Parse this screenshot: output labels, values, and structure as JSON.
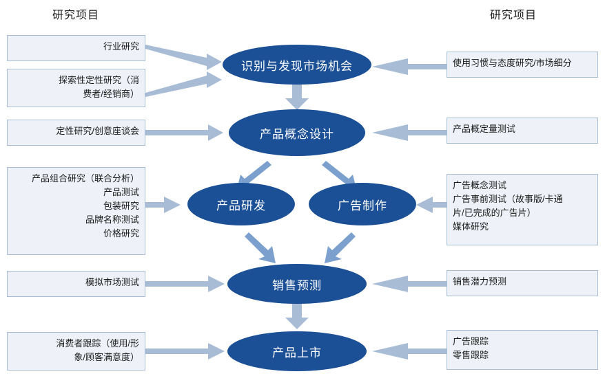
{
  "headers": {
    "left": "研究项目",
    "right": "研究项目"
  },
  "nodes": [
    {
      "id": "opportunity",
      "label": "识别与发现市场机会"
    },
    {
      "id": "concept",
      "label": "产品概念设计"
    },
    {
      "id": "rnd",
      "label": "产品研发"
    },
    {
      "id": "ad",
      "label": "广告制作"
    },
    {
      "id": "forecast",
      "label": "销售预测"
    },
    {
      "id": "launch",
      "label": "产品上市"
    }
  ],
  "left_boxes": [
    {
      "id": "industry",
      "lines": [
        "行业研究"
      ]
    },
    {
      "id": "explore",
      "lines": [
        "探索性定性研究（消",
        "费者/经销商）"
      ]
    },
    {
      "id": "qualitative",
      "lines": [
        "定性研究/创意座谈会"
      ]
    },
    {
      "id": "product-mix",
      "lines": [
        "产品组合研究（联合分析）",
        "产品测试",
        "包装研究",
        "品牌名称测试",
        "价格研究"
      ]
    },
    {
      "id": "sim-market",
      "lines": [
        "模拟市场测试"
      ]
    },
    {
      "id": "consumer-track",
      "lines": [
        "消费者跟踪（使用/形",
        "象/顾客满意度）"
      ]
    }
  ],
  "right_boxes": [
    {
      "id": "usage-attitude",
      "lines": [
        "使用习惯与态度研究/市场细分"
      ]
    },
    {
      "id": "concept-test",
      "lines": [
        "产品概定量测试"
      ]
    },
    {
      "id": "ad-research",
      "lines": [
        "广告概念测试",
        "广告事前测试（故事版/卡通",
        "片/已完成的广告片）",
        "媒体研究"
      ]
    },
    {
      "id": "sales-potential",
      "lines": [
        "销售潜力预测"
      ]
    },
    {
      "id": "tracking",
      "lines": [
        "广告跟踪",
        "零售跟踪"
      ]
    }
  ],
  "colors": {
    "node_fill": "#1b4f96",
    "box_fill": "#eef2f8",
    "box_border": "#a8bcd6",
    "arrow": "#a8bcd6",
    "arrow_dark": "#7ba0cd",
    "background": "#ffffff"
  }
}
